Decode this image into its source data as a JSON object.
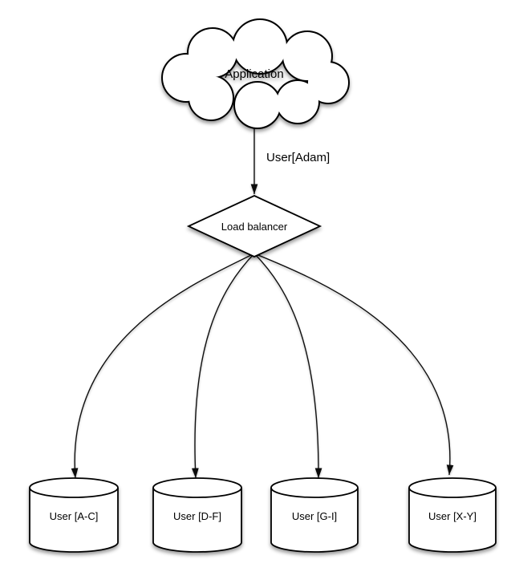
{
  "diagram": {
    "nodes": {
      "application": {
        "label": "Application",
        "shape": "cloud"
      },
      "load_balancer": {
        "label": "Load balancer",
        "shape": "diamond"
      },
      "shards": [
        {
          "label": "User [A-C]",
          "shape": "database-cylinder"
        },
        {
          "label": "User [D-F]",
          "shape": "database-cylinder"
        },
        {
          "label": "User [G-I]",
          "shape": "database-cylinder"
        },
        {
          "label": "User [X-Y]",
          "shape": "database-cylinder"
        }
      ]
    },
    "edges": {
      "app_to_lb": {
        "label": "User[Adam]",
        "from": "Application",
        "to": "Load balancer"
      },
      "lb_to_shards": [
        {
          "from": "Load balancer",
          "to": "User [A-C]"
        },
        {
          "from": "Load balancer",
          "to": "User [D-F]"
        },
        {
          "from": "Load balancer",
          "to": "User [G-I]"
        },
        {
          "from": "Load balancer",
          "to": "User [X-Y]"
        }
      ]
    },
    "colors": {
      "stroke": "#000000",
      "node_fill": "#ffffff",
      "background": "#ffffff"
    }
  }
}
